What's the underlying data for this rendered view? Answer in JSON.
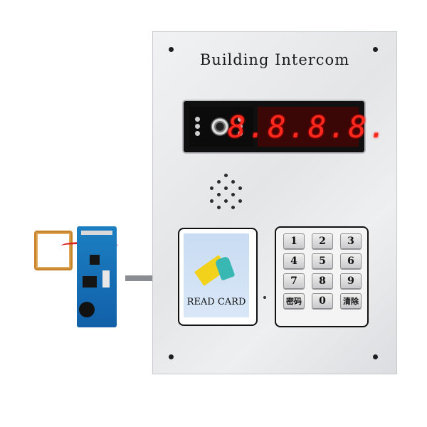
{
  "intercom": {
    "title": "Building Intercom",
    "display_digits": "8.8.8.8.",
    "reader_label": "READ CARD",
    "keypad_keys": [
      "1",
      "2",
      "3",
      "4",
      "5",
      "6",
      "7",
      "8",
      "9",
      "密码",
      "0",
      "清除"
    ]
  },
  "colors": {
    "display_red": "#ff2a1e",
    "panel": "#e9eaec",
    "pcb_blue": "#1c7fc2"
  },
  "icons": [
    "camera-lens-icon",
    "speaker-grille-icon",
    "card-swipe-icon",
    "arrow-right-icon"
  ]
}
